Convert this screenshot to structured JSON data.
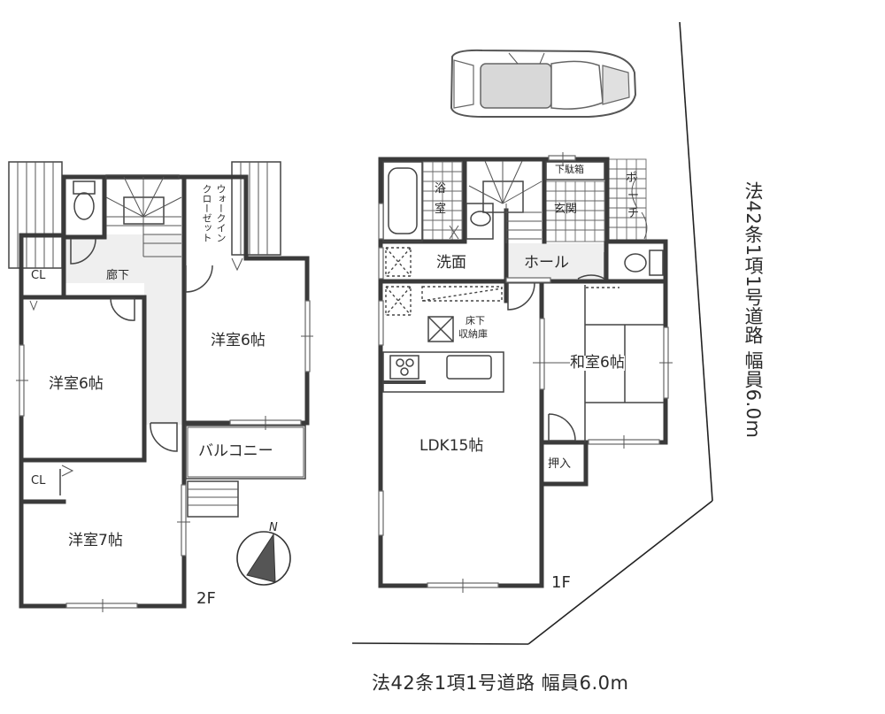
{
  "floor_plan": {
    "type": "residential floor plan",
    "floors": [
      {
        "label": "2F",
        "rooms": [
          {
            "id": "room-western-6-left",
            "label": "洋室6帖"
          },
          {
            "id": "room-western-6-right",
            "label": "洋室6帖"
          },
          {
            "id": "room-western-7",
            "label": "洋室7帖"
          },
          {
            "id": "hallway",
            "label": "廊下"
          },
          {
            "id": "walk-in-closet",
            "label": "ウォークイン\nクローゼット",
            "line1": "ウォークイン",
            "line2": "クローゼット"
          },
          {
            "id": "closet-top",
            "label": "CL"
          },
          {
            "id": "closet-bottom",
            "label": "CL"
          },
          {
            "id": "balcony",
            "label": "バルコニー"
          },
          {
            "id": "toilet-2f",
            "label": ""
          },
          {
            "id": "stairs-2f",
            "label": ""
          }
        ]
      },
      {
        "label": "1F",
        "rooms": [
          {
            "id": "bathroom",
            "label": "浴室",
            "chars": [
              "浴",
              "室"
            ]
          },
          {
            "id": "washroom",
            "label": "洗面"
          },
          {
            "id": "hall",
            "label": "ホール"
          },
          {
            "id": "entrance",
            "label": "玄関"
          },
          {
            "id": "shoe-cabinet",
            "label": "下駄箱"
          },
          {
            "id": "porch",
            "label": "ポーチ",
            "chars": [
              "ポ",
              "ー",
              "チ"
            ]
          },
          {
            "id": "ldk",
            "label": "LDK15帖"
          },
          {
            "id": "japanese-room",
            "label": "和室6帖"
          },
          {
            "id": "futon-closet",
            "label": "押入"
          },
          {
            "id": "underfloor-storage",
            "label": "床下\n収納庫",
            "line1": "床下",
            "line2": "収納庫"
          },
          {
            "id": "toilet-1f",
            "label": ""
          },
          {
            "id": "stairs-1f",
            "label": ""
          }
        ]
      }
    ],
    "compass": {
      "label": "N"
    },
    "roads": {
      "east": "法42条1項1号道路 幅員6.0m",
      "south": "法42条1項1号道路 幅員6.0m"
    },
    "parking": {
      "icon": "car-icon"
    },
    "colors": {
      "wall": "#3a3a3a",
      "hall_fill": "#efefef",
      "compass_fill": "#555555",
      "background": "#ffffff"
    }
  }
}
